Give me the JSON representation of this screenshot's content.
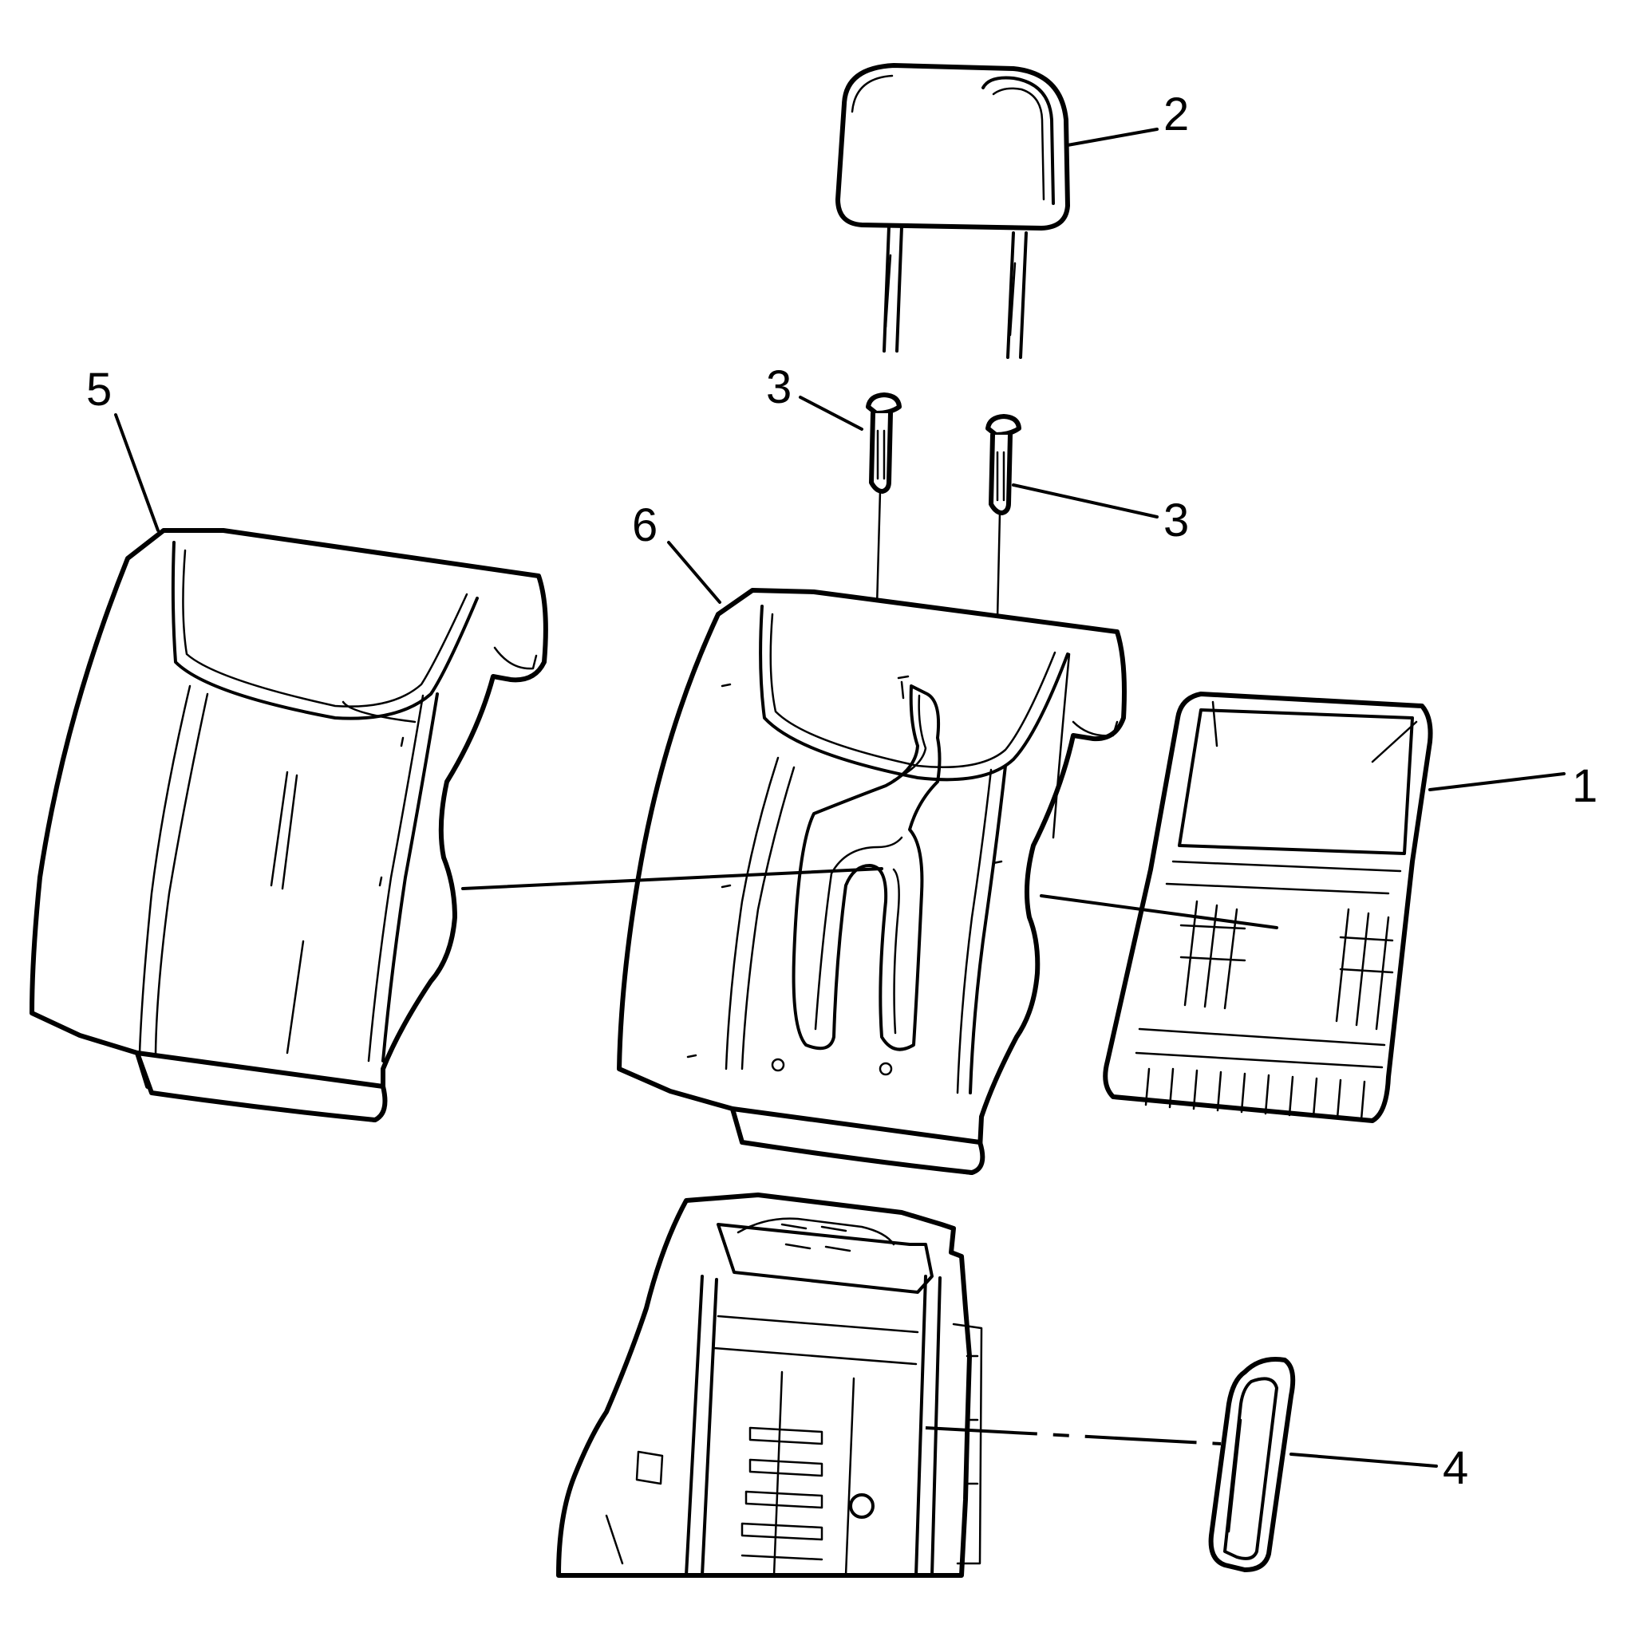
{
  "diagram": {
    "callouts": {
      "c1": "1",
      "c2": "2",
      "c3a": "3",
      "c3b": "3",
      "c4": "4",
      "c5": "5",
      "c6": "6"
    },
    "parts": [
      {
        "id": "1",
        "name": "seat-back-panel"
      },
      {
        "id": "2",
        "name": "headrest"
      },
      {
        "id": "3",
        "name": "headrest-guide"
      },
      {
        "id": "4",
        "name": "side-trim-cover"
      },
      {
        "id": "5",
        "name": "seat-back-cover"
      },
      {
        "id": "6",
        "name": "seat-back-cushion-pad"
      }
    ]
  }
}
